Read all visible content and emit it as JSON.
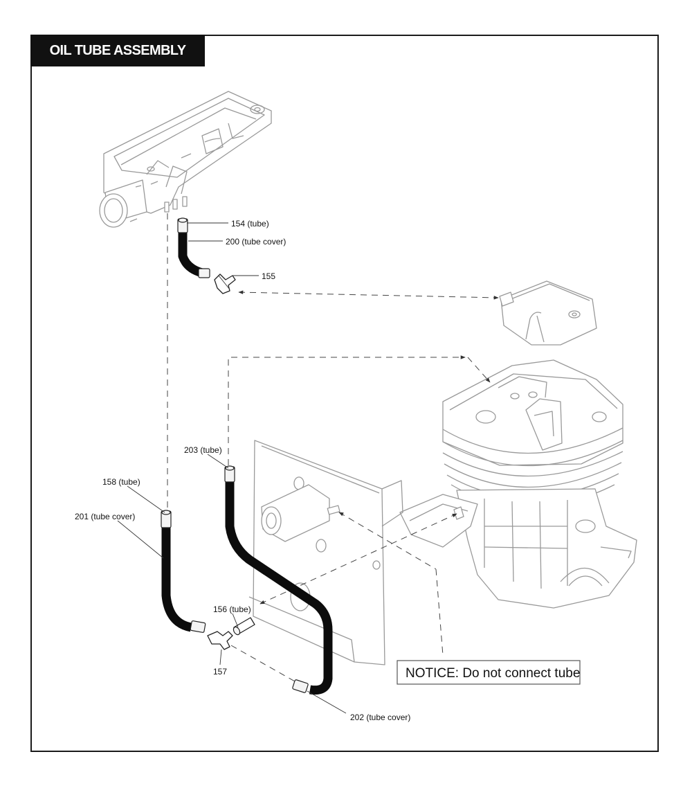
{
  "title": "OIL TUBE ASSEMBLY",
  "notice": "NOTICE: Do not connect tube",
  "labels": {
    "p154": "154 (tube)",
    "p200": "200 (tube cover)",
    "p155": "155",
    "p203": "203 (tube)",
    "p158": "158 (tube)",
    "p201": "201 (tube cover)",
    "p156": "156 (tube)",
    "p157": "157",
    "p202": "202 (tube cover)"
  },
  "colors": {
    "title_background": "#111111",
    "title_text": "#ffffff",
    "tube": "#0c0c0c",
    "part_outline": "#999999"
  }
}
